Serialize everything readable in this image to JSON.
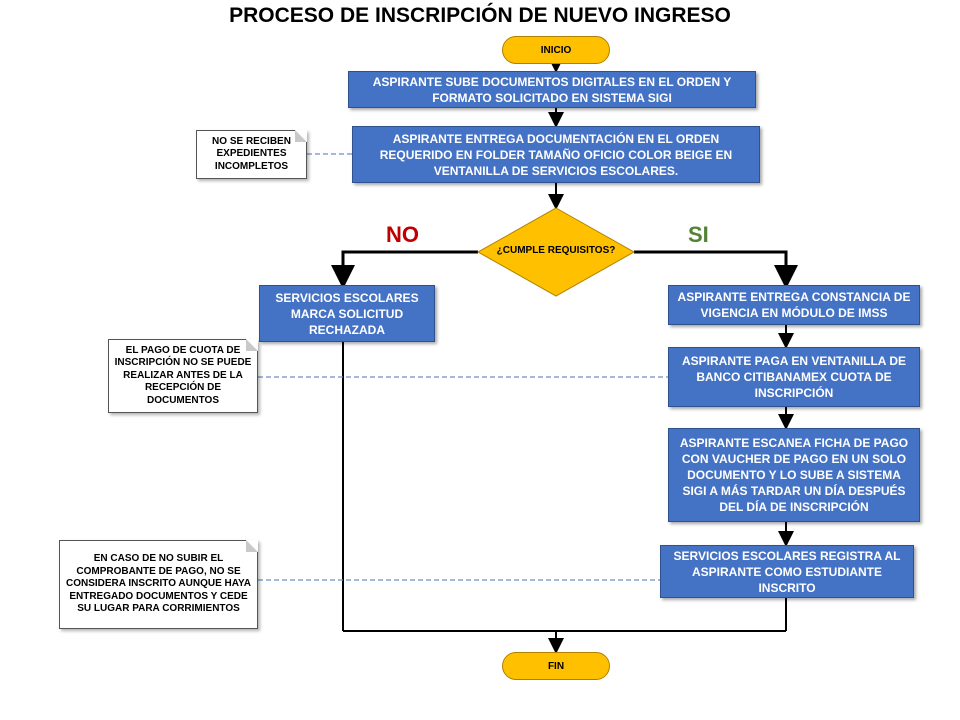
{
  "title": "PROCESO DE INSCRIPCIÓN DE NUEVO INGRESO",
  "start": "INICIO",
  "end": "FIN",
  "steps": {
    "upload_docs": "ASPIRANTE SUBE DOCUMENTOS DIGITALES EN EL ORDEN Y FORMATO SOLICITADO EN SISTEMA SIGI",
    "deliver_docs": "ASPIRANTE ENTREGA DOCUMENTACIÓN EN EL ORDEN REQUERIDO EN FOLDER TAMAÑO OFICIO COLOR BEIGE EN VENTANILLA DE SERVICIOS ESCOLARES.",
    "rejected": "SERVICIOS ESCOLARES MARCA SOLICITUD RECHAZADA",
    "imss": "ASPIRANTE ENTREGA CONSTANCIA DE VIGENCIA EN MÓDULO DE IMSS",
    "pay": "ASPIRANTE PAGA EN VENTANILLA DE BANCO CITIBANAMEX CUOTA DE INSCRIPCIÓN",
    "scan": "ASPIRANTE  ESCANEA FICHA DE PAGO CON VAUCHER DE PAGO EN UN SOLO DOCUMENTO Y LO SUBE A SISTEMA SIGI A MÁS TARDAR UN DÍA DESPUÉS DEL DÍA DE INSCRIPCIÓN",
    "register": "SERVICIOS ESCOLARES REGISTRA AL ASPIRANTE COMO ESTUDIANTE INSCRITO"
  },
  "decision": "¿CUMPLE REQUISITOS?",
  "branches": {
    "no": "NO",
    "yes": "SI"
  },
  "notes": {
    "incomplete": "NO SE RECIBEN EXPEDIENTES INCOMPLETOS",
    "payment": "EL PAGO DE CUOTA DE INSCRIPCIÓN NO SE PUEDE REALIZAR ANTES DE LA RECEPCIÓN DE DOCUMENTOS",
    "receipt": "EN CASO DE NO SUBIR EL COMPROBANTE DE PAGO, NO SE CONSIDERA INSCRITO AUNQUE HAYA ENTREGADO DOCUMENTOS Y CEDE SU LUGAR PARA CORRIMIENTOS"
  },
  "colors": {
    "process": "#4472c4",
    "terminal": "#ffc000",
    "decision": "#ffc000",
    "no": "#c00000",
    "yes": "#548235"
  }
}
